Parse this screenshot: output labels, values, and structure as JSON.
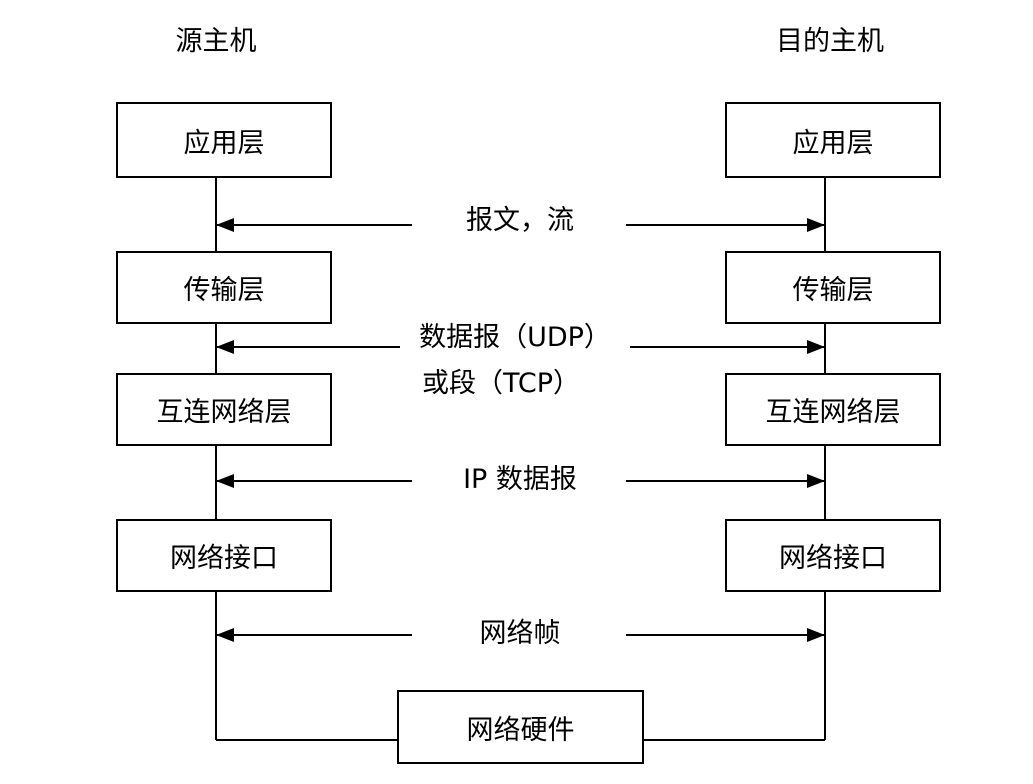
{
  "source_host": {
    "title": "源主机",
    "layers": [
      "应用层",
      "传输层",
      "互连网络层",
      "网络接口"
    ]
  },
  "destination_host": {
    "title": "目的主机",
    "layers": [
      "应用层",
      "传输层",
      "互连网络层",
      "网络接口"
    ]
  },
  "flows": {
    "message_stream": "报文，流",
    "datagram_udp": "数据报（UDP）",
    "segment_tcp": "或段（TCP）",
    "ip_datagram": "IP 数据报",
    "network_frame": "网络帧"
  },
  "hardware": "网络硬件",
  "colors": {
    "line": "#000000",
    "box_border": "#000000",
    "background": "#ffffff"
  }
}
